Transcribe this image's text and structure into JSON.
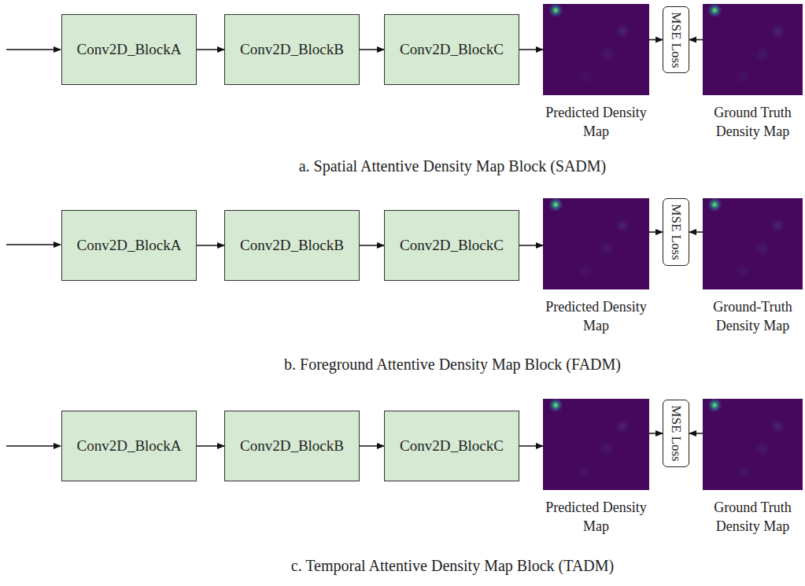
{
  "diagram": {
    "nodes": [
      {
        "text": [
          "Conv2D_BlockA"
        ]
      },
      {
        "text": [
          "Conv2D_BlockB"
        ]
      },
      {
        "text": [
          "Conv2D_BlockC"
        ]
      },
      {
        "text": [
          "Predicted Density Map"
        ]
      },
      {
        "text": [
          "MSE Loss"
        ]
      },
      {
        "text": [
          "Ground Truth Density Map"
        ]
      },
      {
        "text": [
          "Conv2D_BlockA"
        ]
      },
      {
        "text": [
          "Conv2D_BlockB"
        ]
      },
      {
        "text": [
          "Conv2D_BlockC"
        ]
      },
      {
        "text": [
          "Predicted Density Map"
        ]
      },
      {
        "text": [
          "MSE Loss"
        ]
      },
      {
        "text": [
          "Ground-Truth Density Map"
        ]
      },
      {
        "text": [
          "Conv2D_BlockA"
        ]
      },
      {
        "text": [
          "Conv2D_BlockB"
        ]
      },
      {
        "text": [
          "Conv2D_BlockC"
        ]
      },
      {
        "text": [
          "Predicted Density Map"
        ]
      },
      {
        "text": [
          "MSE Loss"
        ]
      },
      {
        "text": [
          "Ground Truth Density Map"
        ]
      }
    ],
    "edges": [
      {
        "from": 0,
        "to": 1,
        "arrow": "to"
      },
      {
        "from": 1,
        "to": 2,
        "arrow": "to"
      },
      {
        "from": 2,
        "to": 3,
        "arrow": "to"
      },
      {
        "from": 3,
        "to": 4,
        "arrow": "to"
      },
      {
        "from": 5,
        "to": 4,
        "arrow": "to"
      },
      {
        "from": 6,
        "to": 7,
        "arrow": "to"
      },
      {
        "from": 7,
        "to": 8,
        "arrow": "to"
      },
      {
        "from": 8,
        "to": 9,
        "arrow": "to"
      },
      {
        "from": 9,
        "to": 10,
        "arrow": "to"
      },
      {
        "from": 11,
        "to": 10,
        "arrow": "to"
      },
      {
        "from": 12,
        "to": 13,
        "arrow": "to"
      },
      {
        "from": 13,
        "to": 14,
        "arrow": "to"
      },
      {
        "from": 14,
        "to": 15,
        "arrow": "to"
      },
      {
        "from": 15,
        "to": 16,
        "arrow": "to"
      },
      {
        "from": 17,
        "to": 16,
        "arrow": "to"
      }
    ],
    "labels": [
      "a. Spatial Attentive Density Map Block (SADM)",
      "b. Foreground Attentive Density Map Block (FADM)",
      "c. Temporal Attentive Density Map Block (TADM)"
    ]
  }
}
